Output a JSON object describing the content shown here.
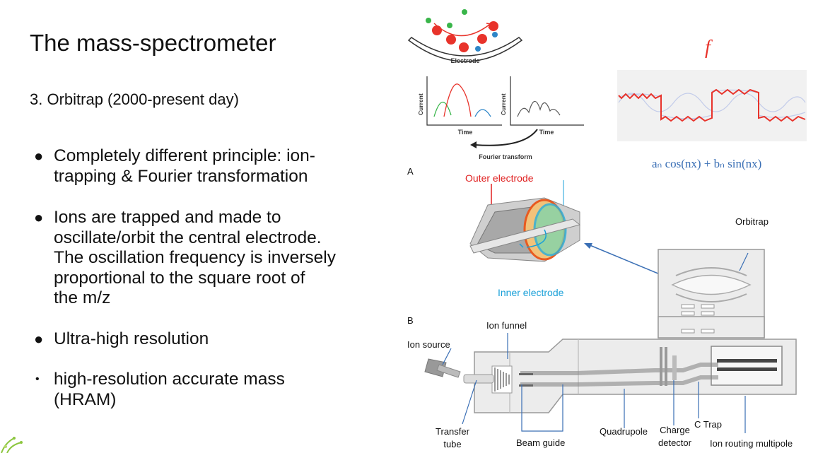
{
  "slide": {
    "title": "The mass-spectrometer",
    "subtitle": "3. Orbitrap (2000-present day)",
    "bullets": [
      {
        "lines": [
          " Completely different principle: ion-",
          "trapping & Fourier transformation"
        ]
      },
      {
        "lines": [
          "Ions are trapped and made to",
          "oscillate/orbit the central electrode.",
          "The oscillation frequency is inversely",
          "proportional to the square root of",
          "the m/z"
        ]
      },
      {
        "lines": [
          "Ultra-high resolution"
        ]
      },
      {
        "lines": [
          "high-resolution accurate mass",
          "(HRAM)"
        ]
      }
    ]
  },
  "figure_top": {
    "electrode_label": "Electrode",
    "axis_current": "Current",
    "axis_time": "Time",
    "fourier_label": "Fourier transform",
    "f_symbol": "f",
    "formula": "aₙ cos(nx) + bₙ sin(nx)",
    "colors": {
      "red": "#e8332b",
      "green": "#39b54a",
      "blue": "#2e86c8",
      "formula_blue": "#3a6fb5"
    }
  },
  "figure_a": {
    "panel_label": "A",
    "outer_electrode": "Outer electrode",
    "inner_electrode": "Inner electrode",
    "colors": {
      "outer": "#e02020",
      "inner": "#1aa0d8"
    }
  },
  "figure_b": {
    "panel_label": "B",
    "labels": {
      "ion_funnel": "Ion funnel",
      "ion_source": "Ion source",
      "orbitrap": "Orbitrap",
      "transfer_tube": [
        "Transfer",
        "tube"
      ],
      "beam_guide": "Beam guide",
      "quadrupole": "Quadrupole",
      "charge_detector": [
        "Charge",
        "detector"
      ],
      "c_trap": "C Trap",
      "ion_routing_multipole": "Ion routing multipole"
    }
  }
}
